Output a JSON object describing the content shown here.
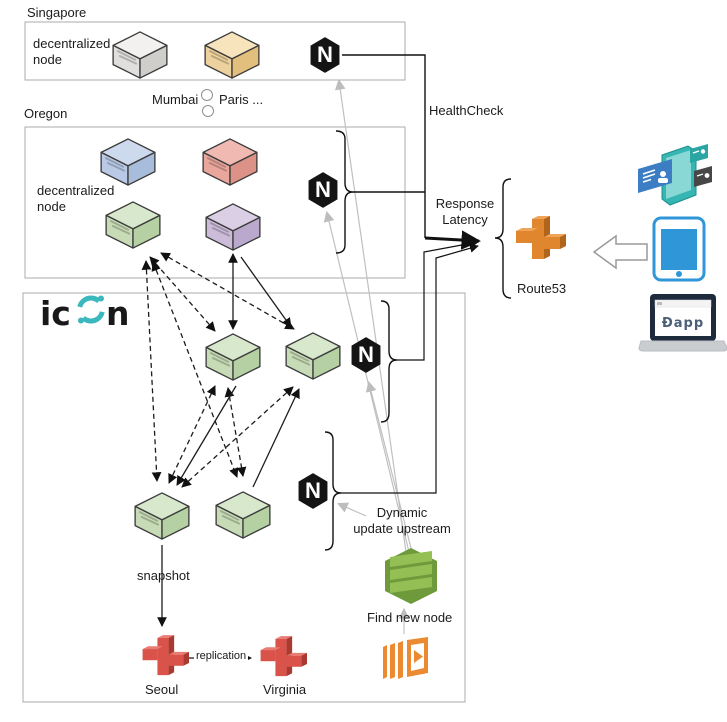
{
  "labels": {
    "singapore": "Singapore",
    "oregon": "Oregon",
    "decentralized_node": "decentralized node",
    "mumbai": "Mumbai",
    "paris": "Paris ...",
    "healthcheck": "HealthCheck",
    "response_latency": "Response Latency",
    "route53": "Route53",
    "dynamic_update_1": "Dynamic",
    "dynamic_update_2": "update upstream",
    "snapshot": "snapshot",
    "find_new_node": "Find new node",
    "replication": "replication",
    "seoul": "Seoul",
    "virginia": "Virginia",
    "dapp": "Đapp",
    "nginx_letter": "N",
    "icon_logo_left": "ic",
    "icon_logo_right": "n"
  },
  "colors": {
    "nginx_black": "#141414",
    "icon_teal": "#3AB8BE",
    "route53_orange": "#E0862F",
    "database_red": "#D9534B",
    "ecs_green": "#6E9A3B",
    "gray_connector": "#C0C0C0"
  },
  "icons": [
    "nginx-icon",
    "route53-icon",
    "database-seoul-icon",
    "database-virginia-icon",
    "ecs-icon",
    "aws-service-icon",
    "node-cube-icon",
    "dapp-id-cards-icon",
    "smartphone-icon",
    "request-arrow-icon",
    "laptop-dapp-icon",
    "icon-logo"
  ]
}
